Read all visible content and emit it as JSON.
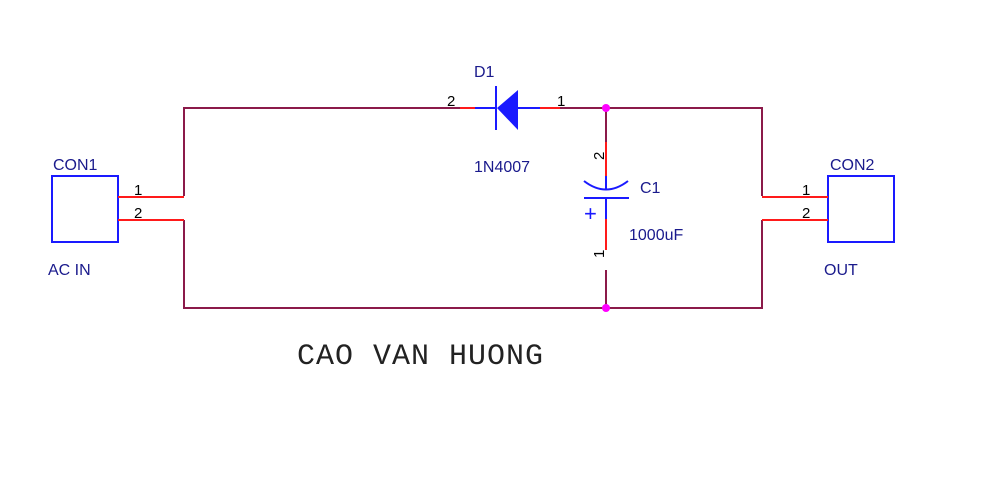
{
  "components": {
    "con1": {
      "ref": "CON1",
      "value": "AC IN",
      "pins": [
        "1",
        "2"
      ]
    },
    "con2": {
      "ref": "CON2",
      "value": "OUT",
      "pins": [
        "1",
        "2"
      ]
    },
    "d1": {
      "ref": "D1",
      "value": "1N4007",
      "pins": [
        "2",
        "1"
      ]
    },
    "c1": {
      "ref": "C1",
      "value": "1000uF",
      "pins": [
        "2",
        "1"
      ],
      "polarity": "+"
    }
  },
  "title": "CAO VAN HUONG",
  "colors": {
    "wire": "#8b1a4a",
    "pin": "#ff1a1a",
    "component": "#1a1aff",
    "label": "#1a1a8c",
    "junction": "#ff00ff"
  }
}
